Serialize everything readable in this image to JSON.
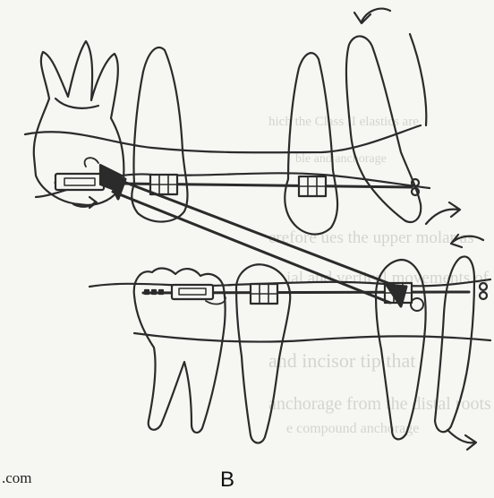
{
  "figure": {
    "panel_label": "B",
    "watermark": ".com"
  },
  "colors": {
    "ink": "#2b2b2b",
    "background": "#f6f6f3",
    "ghost_text": "#b9b9b2"
  },
  "bleed_through_text": [
    "hich the Class II elastics are",
    "ble and anchorage",
    "erefore ues the upper molar as",
    "ial and vertical movements of",
    "and incisor tip that",
    "anchorage from the distal roots",
    "e compound anchorage"
  ]
}
